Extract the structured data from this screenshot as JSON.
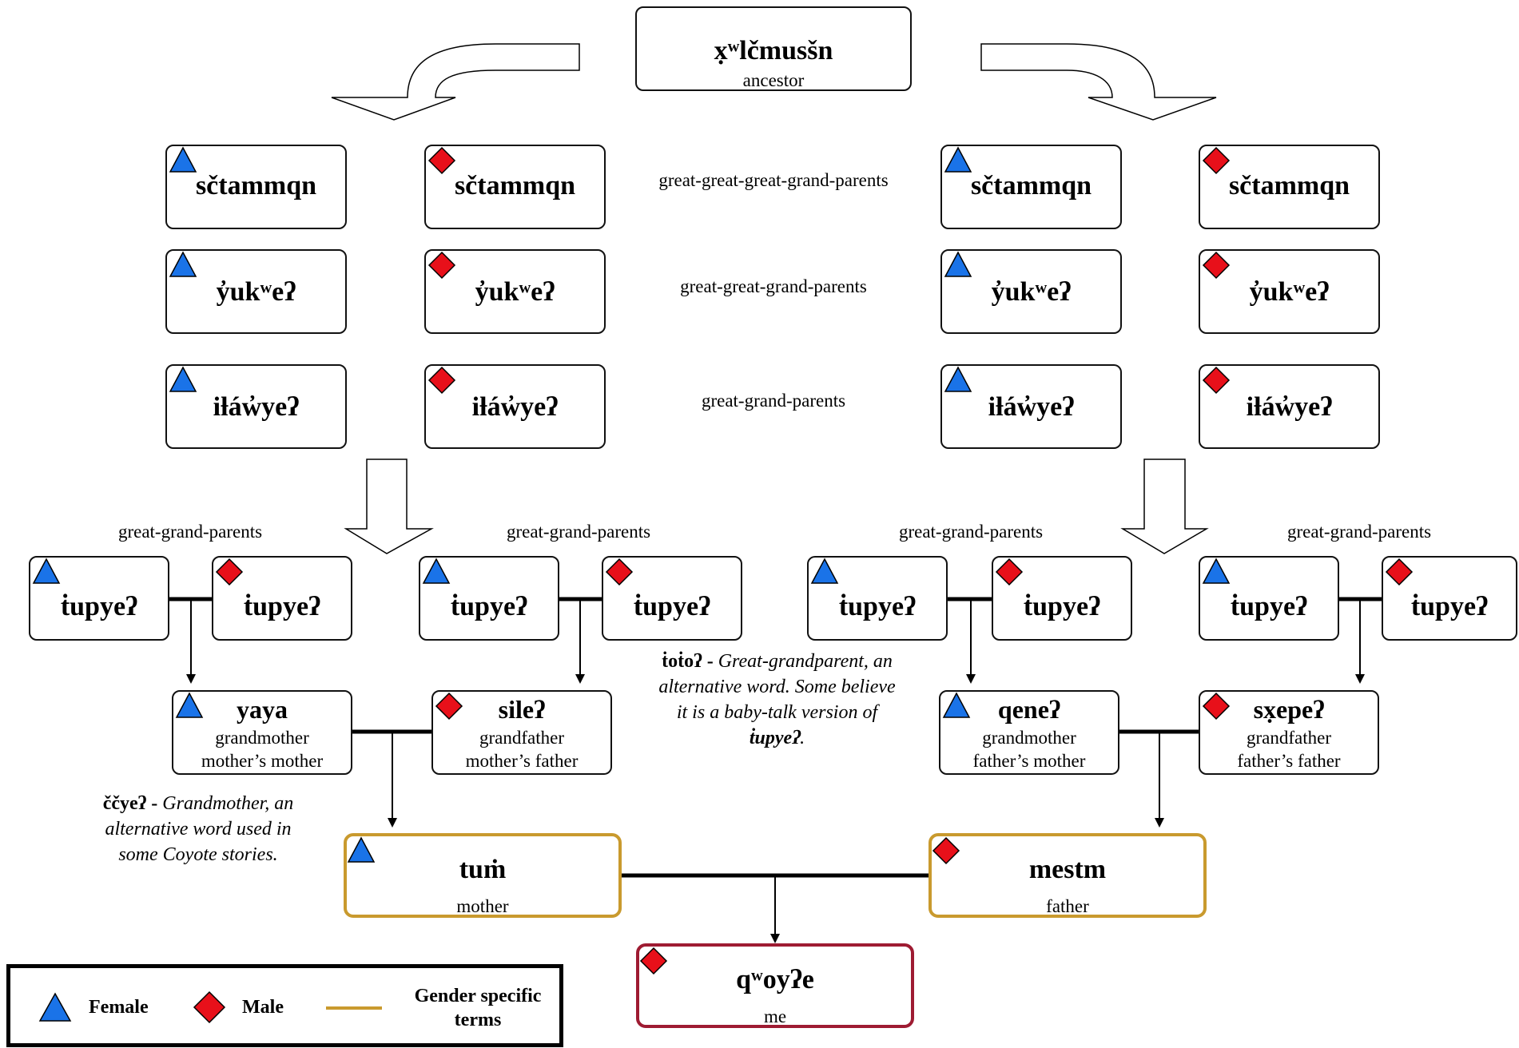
{
  "ancestor": {
    "term": "x̣ʷlčmusšn",
    "gloss": "ancestor"
  },
  "generation_labels": {
    "g5": "great-great-great-grand-parents",
    "g4": "great-great-grand-parents",
    "g3": "great-grand-parents"
  },
  "upper_terms": {
    "g5": "sčtammqn",
    "g4": "y̓ukʷeʔ",
    "g3": "iƚáw̓yeʔ"
  },
  "great_grand_caption": "great-grand-parents",
  "great_grand_term": "ṫupyeʔ",
  "grandparents": {
    "maternal_grandmother": {
      "term": "yaya",
      "line1": "grandmother",
      "line2": "mother’s mother"
    },
    "maternal_grandfather": {
      "term": "sileʔ",
      "line1": "grandfather",
      "line2": "mother’s father"
    },
    "paternal_grandmother": {
      "term": "qeneʔ",
      "line1": "grandmother",
      "line2": "father’s mother"
    },
    "paternal_grandfather": {
      "term": "sx̣epeʔ",
      "line1": "grandfather",
      "line2": "father’s father"
    }
  },
  "parents": {
    "mother": {
      "term": "tuṁ",
      "gloss": "mother"
    },
    "father": {
      "term": "mestm",
      "gloss": "father"
    }
  },
  "self": {
    "term": "qʷoyʔe",
    "gloss": "me"
  },
  "notes": {
    "toto": {
      "headword": "ṫoṫoʔ -",
      "line1": "Great-grandparent, an",
      "line2": "alternative word.  Some believe",
      "line3": "it is a baby-talk version of",
      "line4_word": "ṫupyeʔ",
      "line4_end": "."
    },
    "cce": {
      "headword": "ččyeʔ -",
      "line1": "Grandmother, an",
      "line2": "alternative word used in",
      "line3": "some Coyote stories."
    }
  },
  "legend": {
    "female": "Female",
    "male": "Male",
    "gender_line1": "Gender specific",
    "gender_line2": "terms"
  },
  "colors": {
    "female": "#1a73e8",
    "male": "#e8101a",
    "gender_specific": "#c99a2e",
    "self_border": "#9e1b32"
  }
}
